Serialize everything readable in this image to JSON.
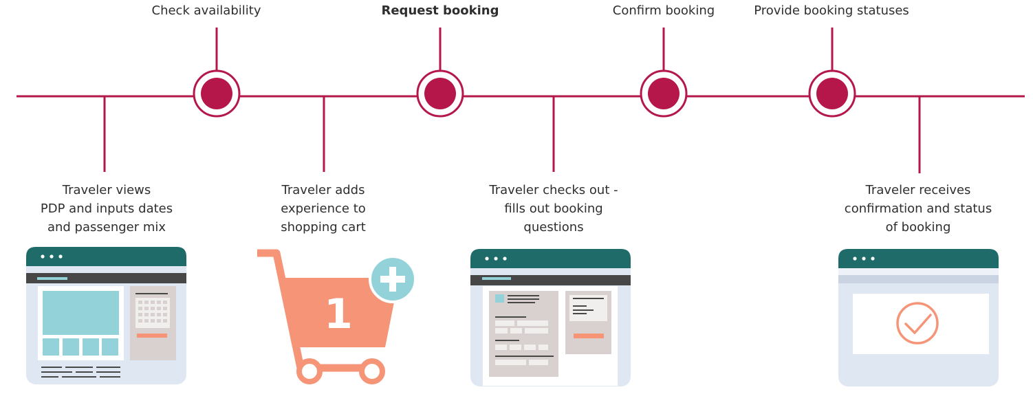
{
  "colors": {
    "timeline": "#b5174a",
    "teal": "#1e6b6a",
    "light_blue": "#dfe7f3",
    "cyan": "#93d2d8",
    "salmon": "#f59477",
    "dark_bar": "#474747",
    "grey_panel": "#d9d0d0"
  },
  "milestones": [
    {
      "label": "Check availability"
    },
    {
      "label": "Request booking"
    },
    {
      "label": "Confirm booking"
    },
    {
      "label": "Provide booking statuses"
    }
  ],
  "steps": [
    {
      "lines": [
        "Traveler views",
        "PDP and inputs dates",
        "and passenger mix"
      ],
      "icon": "product-page-browser-icon"
    },
    {
      "lines": [
        "Traveler adds",
        "experience to",
        "shopping cart"
      ],
      "icon": "shopping-cart-icon",
      "badge_number": "1"
    },
    {
      "lines": [
        "Traveler checks out -",
        "fills out booking",
        "questions"
      ],
      "icon": "checkout-form-browser-icon"
    },
    {
      "lines": [
        "Traveler receives",
        "confirmation and status",
        "of booking"
      ],
      "icon": "confirmation-browser-icon"
    }
  ]
}
